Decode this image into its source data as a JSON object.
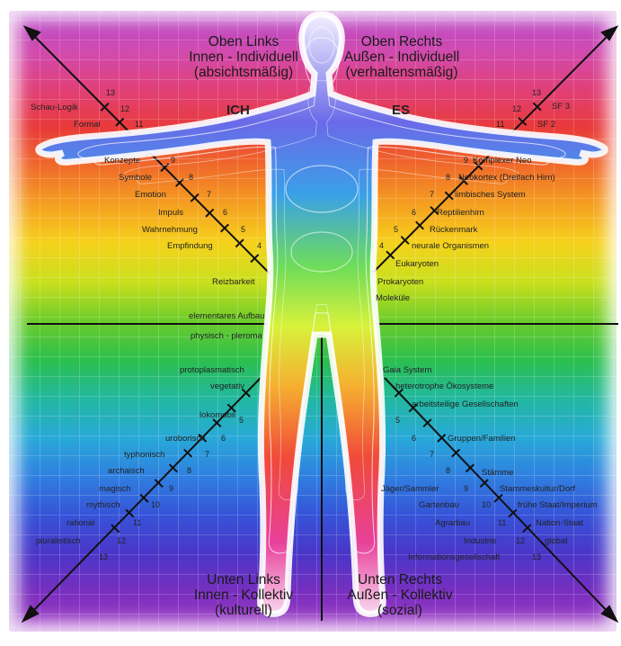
{
  "quadrants": {
    "upper_left": {
      "line1": "Oben Links",
      "line2": "Innen - Individuell",
      "line3": "(absichtsmäßig)",
      "tag": "ICH"
    },
    "upper_right": {
      "line1": "Oben Rechts",
      "line2": "Außen - Individuell",
      "line3": "(verhaltensmäßig)",
      "tag": "ES"
    },
    "lower_left": {
      "line1": "Unten Links",
      "line2": "Innen - Kollektiv",
      "line3": "(kulturell)"
    },
    "lower_right": {
      "line1": "Unten Rechts",
      "line2": "Außen - Kollektiv",
      "line3": "(sozial)"
    }
  },
  "upper_left_labels": [
    "Schau-Logik",
    "Formal",
    "Konzepte",
    "Symbole",
    "Emotion",
    "Impuls",
    "Wahrnehmung",
    "Empfindung",
    "Reizbarkeit"
  ],
  "upper_right_labels": [
    "SF 3",
    "SF 2",
    "Komplexer Neo",
    "Neokortex (Dreifach Hirn)",
    "limbisches System",
    "Reptilienhirn",
    "Rückenmark",
    "neurale Organismen",
    "Eukaryoten",
    "Prokaryoten",
    "Moleküle"
  ],
  "center_labels": [
    "elementares Aufbau",
    "physisch - pleroma",
    "protoplasmatisch",
    "vegetativ"
  ],
  "center_right_labels": [
    "Gaia System",
    "heterotrophe Ökosysteme",
    "arbeitsteilige Gesellschaften"
  ],
  "lower_left_labels": [
    "lokomobil",
    "uroborisch",
    "typhonisch",
    "archaisch",
    "magisch",
    "mythisch",
    "rational",
    "pluralistisch"
  ],
  "lower_right_labels": [
    "Gruppen/Familien",
    "Stämme",
    "Jäger/Sammler",
    "Stammeskultur/Dorf",
    "Gartenbau",
    "frühe Staat/Imperium",
    "Agrarbau",
    "Nation-Staat",
    "Industrie",
    "global",
    "Informationsgesellschaft"
  ],
  "ul_numbers": [
    "13",
    "12",
    "11",
    "9",
    "8",
    "7",
    "6",
    "5",
    "4"
  ],
  "ur_numbers": [
    "13",
    "12",
    "11",
    "9",
    "8",
    "7",
    "6",
    "5",
    "4"
  ],
  "ll_numbers": [
    "5",
    "6",
    "7",
    "8",
    "9",
    "10",
    "11",
    "12",
    "13"
  ],
  "lr_numbers": [
    "5",
    "6",
    "7",
    "8",
    "9",
    "10",
    "11",
    "12",
    "13"
  ],
  "colors": {
    "bands": [
      "#b545c8",
      "#d04bb0",
      "#e0407a",
      "#e83a3a",
      "#f06a2a",
      "#f5a020",
      "#f5d21c",
      "#c8e01e",
      "#6ccc2a",
      "#2bbf4e",
      "#22b8a0",
      "#28a9d8",
      "#2f7fe0",
      "#3653d8",
      "#4a35c8",
      "#7a2fbf",
      "#a43cc6"
    ]
  }
}
